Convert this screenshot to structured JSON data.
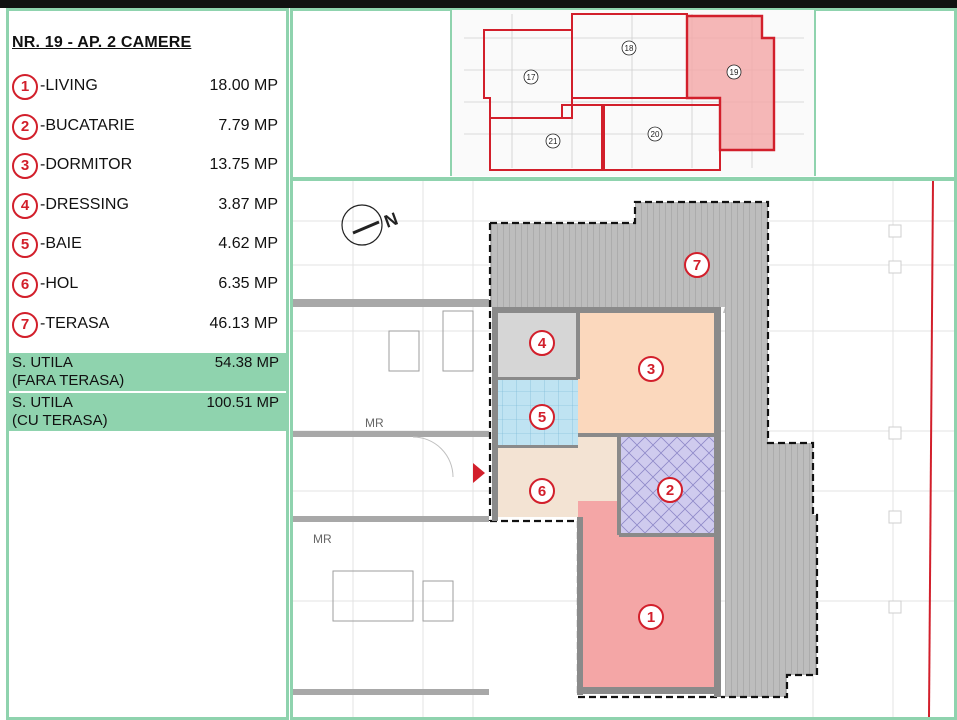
{
  "header": {
    "title": "NR. 19 - AP. 2 CAMERE"
  },
  "rooms": [
    {
      "num": "1",
      "name": "-LIVING",
      "area": "18.00 MP"
    },
    {
      "num": "2",
      "name": "-BUCATARIE",
      "area": "7.79 MP"
    },
    {
      "num": "3",
      "name": "-DORMITOR",
      "area": "13.75 MP"
    },
    {
      "num": "4",
      "name": "-DRESSING",
      "area": "3.87 MP"
    },
    {
      "num": "5",
      "name": "-BAIE",
      "area": "4.62 MP"
    },
    {
      "num": "6",
      "name": "-HOL",
      "area": "6.35 MP"
    },
    {
      "num": "7",
      "name": "-TERASA",
      "area": "46.13 MP"
    }
  ],
  "summary": [
    {
      "label": "S. UTILA\n(FARA TERASA)",
      "value": "54.38 MP"
    },
    {
      "label": "S. UTILA\n(CU TERASA)",
      "value": "100.51 MP"
    }
  ],
  "keyplan": {
    "units": [
      "17",
      "18",
      "19",
      "20",
      "21"
    ],
    "highlighted": "19"
  },
  "plan": {
    "labels": {
      "mr": "MR",
      "north": "N"
    },
    "colors": {
      "living": "#f4a6a6",
      "kitchen": "#cfcbee",
      "bedroom": "#fbd8bd",
      "dressing": "#d6d6d6",
      "bath": "#bfe3f2",
      "hall": "#f3e3d3",
      "terrace": "#bdbdbd",
      "accent": "#d21f2b",
      "frame": "#8fd3ae"
    }
  }
}
